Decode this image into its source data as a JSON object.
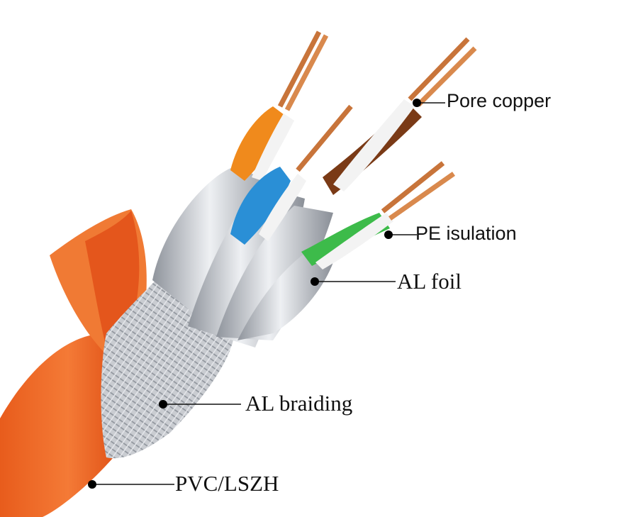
{
  "labels": {
    "pore_copper": "Pore copper",
    "pe_insulation": "PE isulation",
    "al_foil": "AL foil",
    "al_braiding": "AL braiding",
    "pvc_lszh": "PVC/LSZH"
  },
  "colors": {
    "jacket": "#ef6a28",
    "copper": "#c8743a",
    "foil": "#b9bcc2",
    "pair_orange": "#f08a1c",
    "pair_blue": "#2a8fd6",
    "pair_brown": "#7a3a16",
    "pair_green": "#3dbb4a"
  }
}
